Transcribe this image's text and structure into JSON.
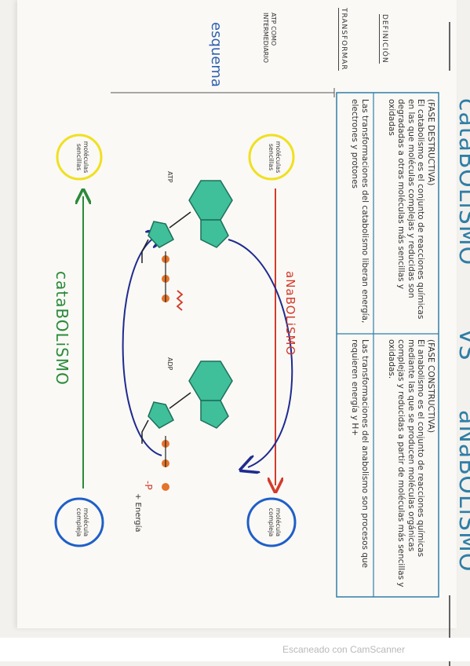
{
  "title": {
    "left": "cataBOLiSMO",
    "vs": "VS",
    "right": "aNaBOLiSMO"
  },
  "rows": {
    "definicion": "DEFINICIÓN",
    "transformar": "TRANSFORMAR",
    "esquema": "esquema",
    "atp_note": "ATP COMO INTERMEDIARIO"
  },
  "catabolismo": {
    "phase": "(FASE DESTRUCTIVA)",
    "definition": "El catabolismo es el conjunto de reacciones químicas en las que moléculas complejas y reducidas son degradadas a otras moléculas más sencillas y oxidadas",
    "transform": "Las transformaciones del catabolismo liberan energía, electrones y protones"
  },
  "anabolismo": {
    "phase": "(FASE CONSTRUCTIVA)",
    "definition": "El anabolismo es el conjunto de reacciones químicas mediante las que se producen moléculas orgánicas complejas y reducidas a partir de moléculas más sencillas y oxidadas.",
    "transform": "Las transformaciones del anabolismo son procesos que requieren energía y H+"
  },
  "diagram": {
    "simple_top": "moléculas sencillas",
    "complex_top": "molécula compleja",
    "simple_bottom": "moléculas sencillas",
    "complex_bottom": "molécula compleja",
    "atp": "ATP",
    "adp": "ADP",
    "anabolismo_arrow": "aNaBOLiSMO",
    "catabolismo_arrow": "cataBOLiSMO",
    "energia": "+ Energía",
    "phosphate": "-P"
  },
  "footer": "Escaneado con CamScanner",
  "colors": {
    "blue_title": "#2f7ea6",
    "red": "#d33b2a",
    "green": "#2b8a3a",
    "navy": "#1f2b8f",
    "teal": "#3fbf9a",
    "yellow": "#f0e020",
    "orange": "#e5732a"
  }
}
